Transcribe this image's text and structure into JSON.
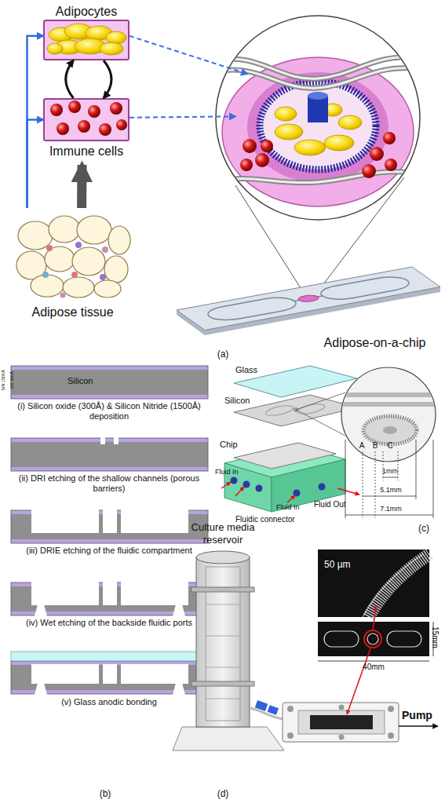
{
  "diagram": {
    "nodes": [
      {
        "text": [
          "Adipocytes"
        ]
      },
      {
        "text": [
          "Immune cells"
        ]
      },
      {
        "text": [
          "Adipose tissue"
        ]
      },
      {
        "text": [
          "Adipose-on-a-chip"
        ]
      }
    ],
    "edges": [
      {
        "from": 2,
        "to": 0,
        "arrow": "to"
      },
      {
        "from": 2,
        "to": 1,
        "arrow": "to"
      },
      {
        "from": 2,
        "to": 1,
        "arrow": "to"
      },
      {
        "from": 0,
        "to": 1,
        "arrow": "to"
      },
      {
        "from": 1,
        "to": 0,
        "arrow": "to"
      },
      {
        "from": 0,
        "to": 3,
        "arrow": "to"
      },
      {
        "from": 1,
        "to": 3,
        "arrow": "to"
      }
    ],
    "labels": [
      "(a)",
      "(i) Silicon oxide (300Å) & Silicon Nitride (1500Å) deposition",
      "(ii) DRI etching of the shallow channels (porous barriers)",
      "(iii) DRIE etching of the fluidic compartment",
      "(iv) Wet etching of the backside fluidic ports",
      "(v) Glass anodic bonding",
      "Silicon",
      "SiN 1500Å",
      "OX 300Å",
      "(b)",
      "Glass",
      "Silicon",
      "Chip",
      "Fluid In",
      "Fluid In",
      "Fluidic connector",
      "Fluid Out",
      "A",
      "B",
      "C",
      "1mm",
      "5.1mm",
      "7.1mm",
      "(c)",
      "Culture media reservoir",
      "50 µm",
      "15mm",
      "40mm",
      "Pump",
      "(d)"
    ]
  }
}
